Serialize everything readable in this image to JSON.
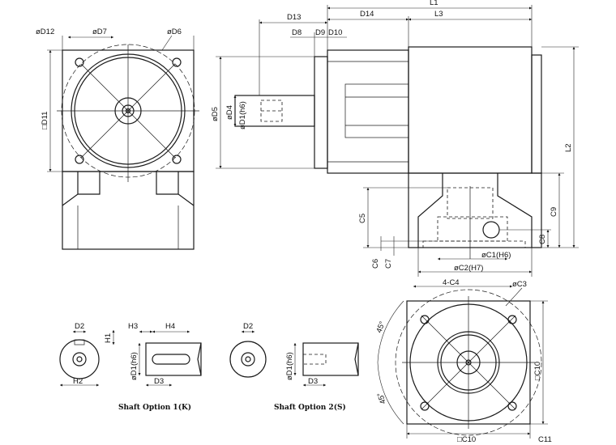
{
  "labels": {
    "D12": "øD12",
    "D7": "øD7",
    "D6": "øD6",
    "D11": "□D11",
    "D13": "D13",
    "D14": "D14",
    "L1": "L1",
    "L3": "L3",
    "D8": "D8",
    "D9": "D9",
    "D10": "D10",
    "D5": "øD5",
    "D4": "øD4",
    "D1h6": "øD1(h6)",
    "L2": "L2",
    "C9": "C9",
    "C5": "C5",
    "C8": "C8",
    "C6": "C6",
    "C7": "C7",
    "C1": "øC1(H6)",
    "C2": "øC2(H7)",
    "C4": "4-C4",
    "C3": "øC3",
    "C10v": "□C10",
    "C10h": "□C10",
    "C11": "C11",
    "a45a": "45°",
    "a45b": "45°",
    "K_D2": "D2",
    "K_H1": "H1",
    "K_H2": "H2",
    "K_H3": "H3",
    "K_H4": "H4",
    "K_D1": "øD1(h6)",
    "K_D3": "D3",
    "S_D2": "D2",
    "S_D1": "øD1(h6)",
    "S_D3": "D3"
  },
  "captions": {
    "option_k": "Shaft Option 1(K)",
    "option_s": "Shaft Option 2(S)"
  }
}
